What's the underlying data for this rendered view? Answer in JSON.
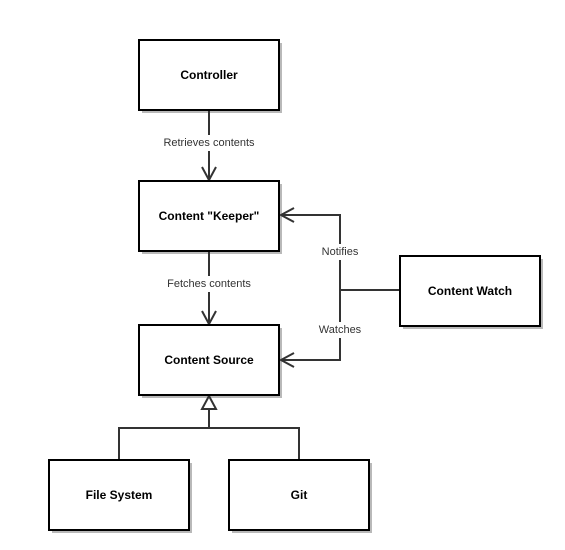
{
  "nodes": {
    "controller": "Controller",
    "content_keeper": "Content \"Keeper\"",
    "content_source": "Content Source",
    "content_watch": "Content Watch",
    "file_system": "File System",
    "git": "Git"
  },
  "edges": {
    "controller_to_keeper": "Retrieves contents",
    "keeper_to_source": "Fetches contents",
    "watch_to_keeper": "Notifies",
    "watch_to_source": "Watches"
  },
  "colors": {
    "box_border": "#000000",
    "connector": "#333333",
    "background": "#ffffff"
  }
}
